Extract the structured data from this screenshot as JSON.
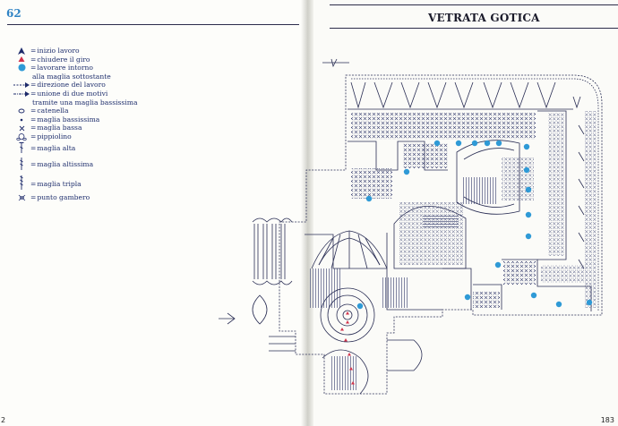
{
  "left_page": {
    "page_number": "62",
    "footer_number": "2",
    "legend": [
      {
        "icon": "arrow-up-icon",
        "label": "inizio lavoro"
      },
      {
        "icon": "triangle-red-icon",
        "label": "chiudere il giro"
      },
      {
        "icon": "blue-dot-icon",
        "label": "lavorare intorno",
        "label2": "alla maglia sottostante"
      },
      {
        "icon": "dashed-arrow-icon",
        "label": "direzione del lavoro"
      },
      {
        "icon": "dashed-dot-arrow-icon",
        "label": "unione di due motivi",
        "label2": "tramite una maglia bassissima"
      },
      {
        "icon": "chain-icon",
        "label": "catenella"
      },
      {
        "icon": "small-dot-icon",
        "label": "maglia bassissima"
      },
      {
        "icon": "cross-icon",
        "label": "maglia bassa"
      },
      {
        "icon": "picot-icon",
        "label": "pippiolino"
      },
      {
        "icon": "double-crochet-icon",
        "label": "maglia alta"
      },
      {
        "icon": "treble-crochet-icon",
        "label": "maglia altissima"
      },
      {
        "icon": "triple-crochet-icon",
        "label": "maglia tripla"
      },
      {
        "icon": "reverse-stitch-icon",
        "label": "punto gambero"
      }
    ]
  },
  "right_page": {
    "title": "VETRATA GOTICA",
    "footer_number": "183"
  },
  "colors": {
    "accent_blue": "#2f9ad6",
    "marker_red": "#d2324a",
    "ink": "#1d2a6a"
  }
}
